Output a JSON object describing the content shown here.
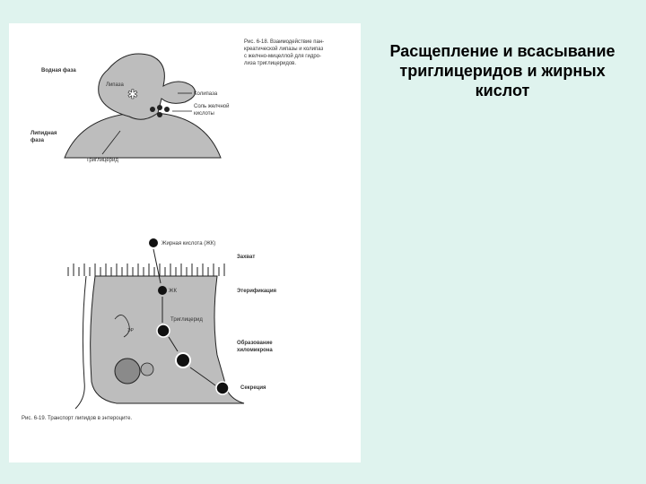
{
  "slide": {
    "title_lines": [
      "Расщепление и всасывание",
      "триглицеридов и жирных",
      "кислот"
    ]
  },
  "figure_top": {
    "caption_lines": [
      "Рис. 6-18. Взаимодействие пан-",
      "креатической липазы и колипаз",
      "с желчно-мицеллой для гидро-",
      "лиза триглицеридов."
    ],
    "labels": {
      "water_phase": "Водная фаза",
      "lipase": "Липаза",
      "colipase": "Колипаза",
      "bile_acid_1": "Соль желчной",
      "bile_acid_2": "кислоты",
      "lipid_phase_1": "Липидная",
      "lipid_phase_2": "фаза",
      "triglyceride": "Триглицерид"
    }
  },
  "figure_bottom": {
    "caption": "Рис. 6-19. Транспорт липидов в энтероците.",
    "labels": {
      "fatty_acid": "Жирная кислота (ЖК)",
      "uptake": "Захват",
      "fa_short": "ЖК",
      "esterification": "Этерификация",
      "triglyceride": "Триглицерид",
      "chylomicron_1": "Образование",
      "chylomicron_2": "хиломикрона",
      "secretion": "Секреция",
      "er": "ЭР"
    }
  },
  "colors": {
    "background": "#dff3ee",
    "panel": "#ffffff",
    "shape_fill": "#bdbdbd",
    "stroke": "#222222"
  }
}
